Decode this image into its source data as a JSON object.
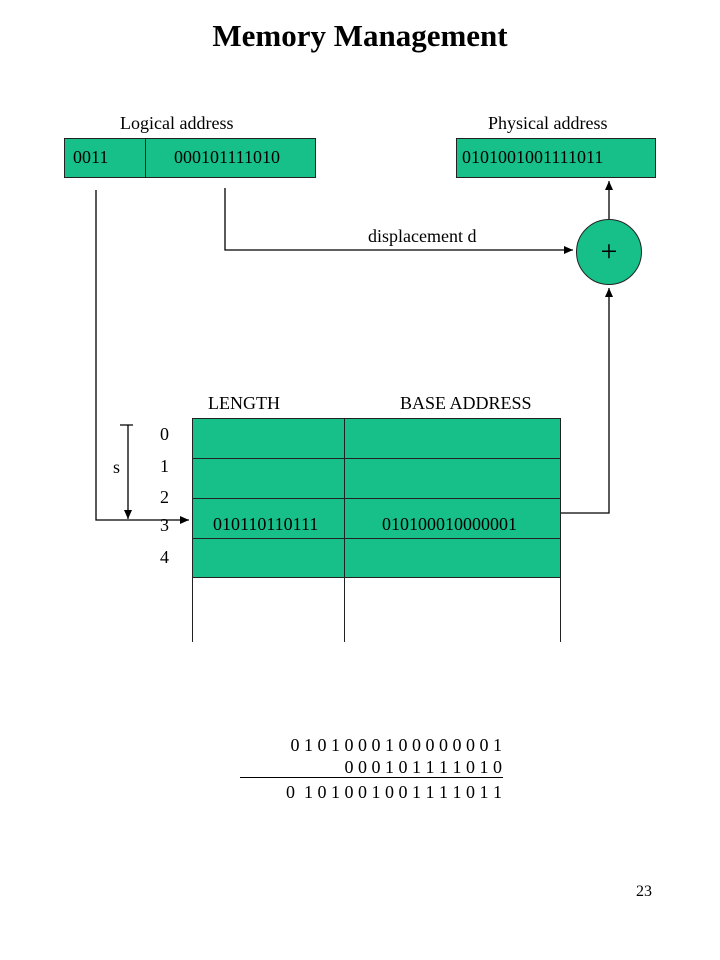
{
  "title": "Memory Management",
  "logical": {
    "label": "Logical address",
    "segment": "0011",
    "displacement": "000101111010"
  },
  "physical": {
    "label": "Physical address",
    "value": "0101001001111011"
  },
  "adder_symbol": "+",
  "displacement_label": "displacement d",
  "table": {
    "col_length": "LENGTH",
    "col_base": "BASE ADDRESS",
    "row_indices": [
      "0",
      "1",
      "2",
      "3",
      "4"
    ],
    "rows": [
      {
        "length": "",
        "base": ""
      },
      {
        "length": "",
        "base": ""
      },
      {
        "length": "",
        "base": ""
      },
      {
        "length": "010110110111",
        "base": "010100010000001"
      },
      {
        "length": "",
        "base": ""
      }
    ],
    "s_label": "s"
  },
  "addition": {
    "line1": "0 1 0 1 0 0 0 1 0 0 0 0 0 0 0 1",
    "line2": "0 0 0 1 0 1 1 1 1 0 1 0",
    "result": "0  1 0 1 0 0 1 0 0 1 1 1 1 0 1 1"
  },
  "page_number": "23"
}
